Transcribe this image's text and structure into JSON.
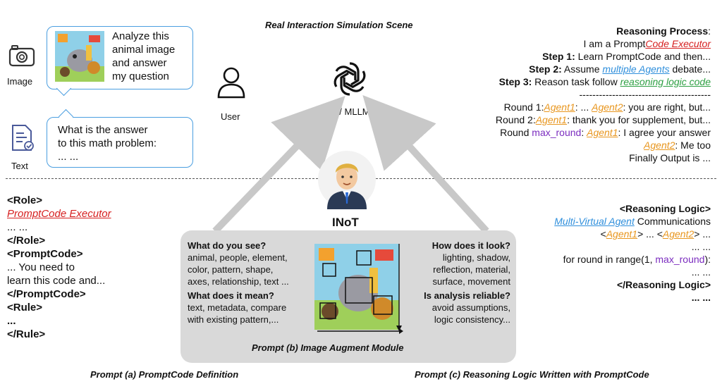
{
  "scene_title": "Real Interaction Simulation Scene",
  "inputs": {
    "image_label": "Image",
    "text_label": "Text",
    "image_bubble_lines": [
      "Analyze this",
      "animal image",
      "and answer",
      "my question"
    ],
    "text_bubble_lines": [
      "What is the answer",
      "to this math problem:",
      "... ..."
    ]
  },
  "user_label": "User",
  "model_label": "LLM/ MLLM",
  "inot_label": "INoT",
  "reasoning_process": {
    "title": "Reasoning Process",
    "line1_prefix": "I am a Prompt",
    "line1_link": "Code Executor",
    "step1_label": "Step 1:",
    "step1_text": " Learn PromptCode and then...",
    "step2_label": "Step 2:",
    "step2_text": " Assume ",
    "step2_link": "multiple Agents",
    "step2_suffix": " debate...",
    "step3_label": "Step 3:",
    "step3_text": " Reason task follow ",
    "step3_link": "reasoning logic code",
    "divider": "----------------------------------------",
    "round1_prefix": "Round 1:",
    "round1_agent1": "Agent1",
    "round1_mid": ": ...  ",
    "round1_agent2": "Agent2",
    "round1_suffix": ": you are right, but...",
    "round2_prefix": "Round 2:",
    "round2_agent1": "Agent1",
    "round2_suffix": ": thank you for supplement, but...",
    "round3_prefix": "Round ",
    "round3_var": "max_round",
    "round3_mid": ": ",
    "round3_agent1": "Agent1",
    "round3_suffix": ": I agree your answer",
    "round3b_agent2": "Agent2",
    "round3b_suffix": ": Me too",
    "final": "Finally Output is ..."
  },
  "prompt_a": {
    "role_open": "<Role>",
    "role_value": "PromptCode Executor",
    "ellipsis1": "... ...",
    "role_close": "</Role>",
    "pc_open": "<PromptCode>",
    "pc_line1": "... You need to",
    "pc_line2": "learn this code and...",
    "pc_close": "</PromptCode>",
    "rule_open": "<Rule>",
    "rule_body": "...",
    "rule_close": "</Rule>",
    "caption": "Prompt (a) PromptCode Definition"
  },
  "prompt_b": {
    "q1": "What do you see?",
    "q1_lines": [
      "animal, people, element,",
      "color, pattern, shape,",
      "axes, relationship, text ..."
    ],
    "q2": "What does it mean?",
    "q2_lines": [
      "text, metadata, compare",
      "with existing pattern,..."
    ],
    "q3": "How does it look?",
    "q3_lines": [
      "lighting, shadow,",
      "reflection, material,",
      "surface, movement"
    ],
    "q4": "Is analysis reliable?",
    "q4_lines": [
      "avoid assumptions,",
      "logic consistency..."
    ],
    "caption": "Prompt (b) Image Augment Module"
  },
  "prompt_c": {
    "open": "<Reasoning Logic>",
    "line1_link": "Multi-Virtual Agent",
    "line1_text": " Communications",
    "line2_pre": "<",
    "line2_a1": "Agent1",
    "line2_mid": "> ... <",
    "line2_a2": "Agent2",
    "line2_post": "> ...",
    "line3": "... ...",
    "line4_pre": "for round in range(1, ",
    "line4_var": "max_round",
    "line4_post": "):",
    "line5": "... ...",
    "close": "</Reasoning Logic>",
    "line6": "... ...",
    "caption": "Prompt (c) Reasoning Logic Written with PromptCode"
  },
  "colors": {
    "accent_red": "#d62020",
    "accent_orange": "#e8961e",
    "accent_blue": "#2f8fdc",
    "accent_green": "#2ea043",
    "accent_purple": "#7b2cbf",
    "bubble_border": "#4a9ee0",
    "panel_bg": "#d9d9d9"
  },
  "icons": [
    "camera-icon",
    "document-icon",
    "user-icon",
    "openai-logo-icon",
    "person-avatar-icon"
  ]
}
